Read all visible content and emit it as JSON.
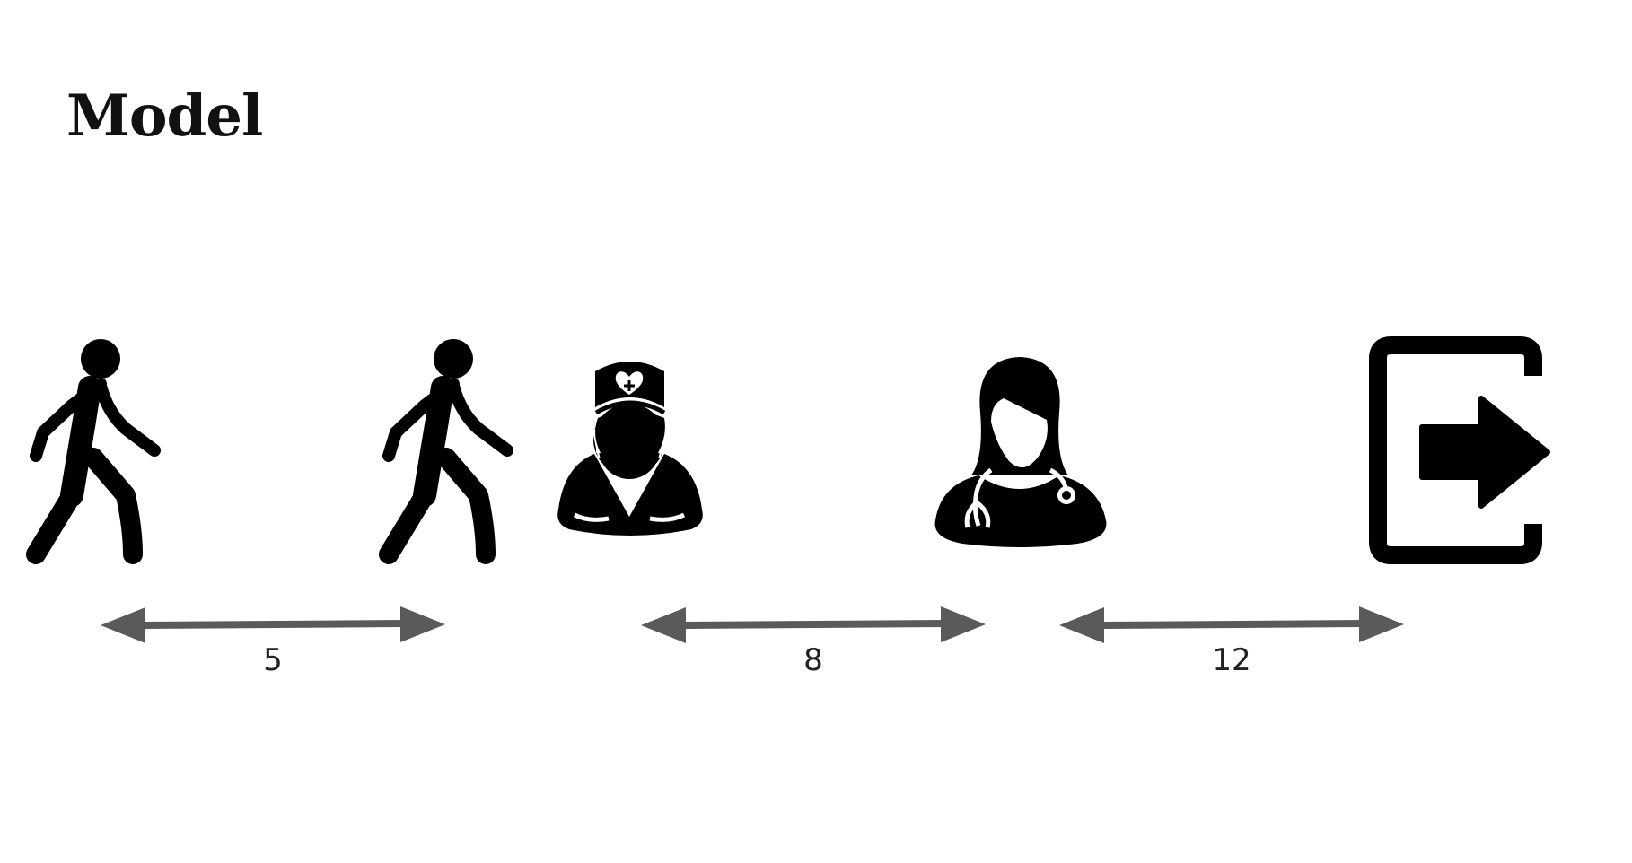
{
  "title": "Model",
  "icons": [
    {
      "name": "walking-person-icon"
    },
    {
      "name": "walking-person-icon"
    },
    {
      "name": "nurse-icon"
    },
    {
      "name": "doctor-icon"
    },
    {
      "name": "exit-icon"
    }
  ],
  "durations": [
    {
      "label": "5"
    },
    {
      "label": "8"
    },
    {
      "label": "12"
    }
  ],
  "colors": {
    "icon": "#000000",
    "arrow": "#5a5a5a",
    "text": "#222222"
  }
}
